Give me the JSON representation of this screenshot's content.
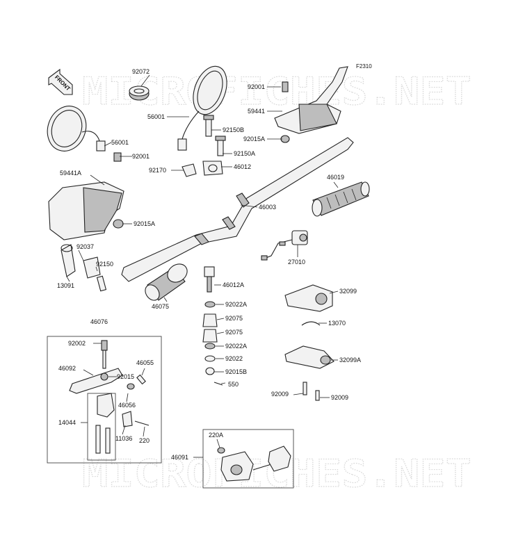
{
  "figure_code": "F2310",
  "front_arrow_label": "FRONT",
  "watermark": "MICROFICHES.NET",
  "part_labels": {
    "p92072": "92072",
    "p92001_top": "92001",
    "p56001_right": "56001",
    "p59441": "59441",
    "p92150B": "92150B",
    "p92015A_top": "92015A",
    "p56001_left": "56001",
    "p92001_left": "92001",
    "p92150A": "92150A",
    "p92170": "92170",
    "p46012": "46012",
    "p59441A": "59441A",
    "p46019": "46019",
    "p46003": "46003",
    "p92015A_left": "92015A",
    "p92037": "92037",
    "p27010": "27010",
    "p92150": "92150",
    "p13091": "13091",
    "p46012A": "46012A",
    "p46075": "46075",
    "p32099": "32099",
    "p92022A_1": "92022A",
    "p92075_1": "92075",
    "p13070": "13070",
    "p46076": "46076",
    "p92075_2": "92075",
    "p92022A_2": "92022A",
    "p92002": "92002",
    "p92022": "92022",
    "p32099A": "32099A",
    "p46055": "46055",
    "p46092": "46092",
    "p92015B": "92015B",
    "p92015": "92015",
    "p550": "550",
    "p46056": "46056",
    "p92009_left": "92009",
    "p92009_right": "92009",
    "p14044": "14044",
    "p11036": "11036",
    "p220": "220",
    "p220A": "220A",
    "p46091": "46091"
  }
}
